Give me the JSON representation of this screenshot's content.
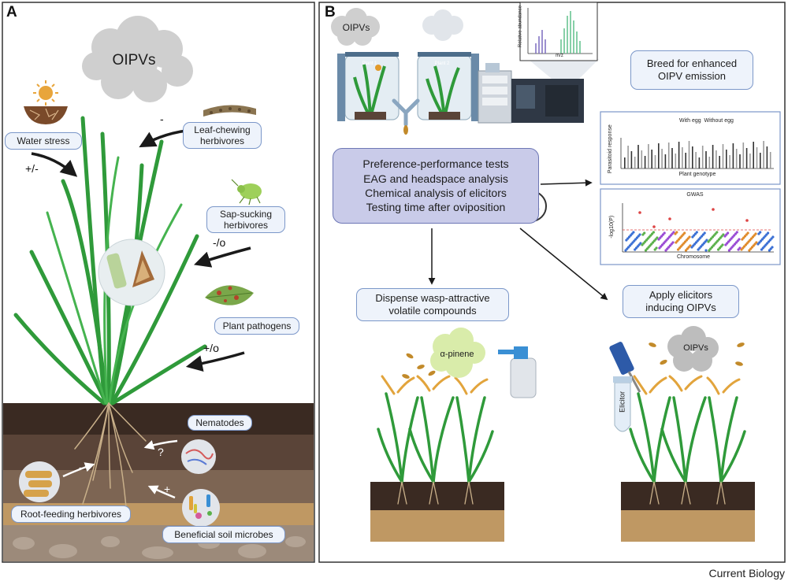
{
  "panel_a": {
    "letter": "A",
    "cloud_text": "OIPVs",
    "labels": {
      "water_stress": "Water stress",
      "leaf_chewing": [
        "Leaf-chewing",
        "herbivores"
      ],
      "sap_sucking": [
        "Sap-sucking",
        "herbivores"
      ],
      "plant_pathogens": "Plant pathogens",
      "nematodes": "Nematodes",
      "root_feeding": "Root-feeding herbivores",
      "beneficial_microbes": "Beneficial soil microbes"
    },
    "effects": {
      "water_stress": "+/-",
      "leaf_chewing": "-",
      "sap_sucking": "-/o",
      "plant_pathogens": "+/o",
      "nematodes": "?",
      "root_feeding": "-",
      "beneficial_microbes": "+"
    }
  },
  "panel_b": {
    "letter": "B",
    "cloud_small": "OIPVs",
    "cloud_field": "OIPVs",
    "breed_box": [
      "Breed for enhanced",
      "OIPV emission"
    ],
    "methods_box": [
      "Preference-performance tests",
      "EAG and headspace analysis",
      "Chemical analysis of elicitors",
      "Testing time after oviposition"
    ],
    "dispense_box": [
      "Dispense wasp-attractive",
      "volatile compounds"
    ],
    "apply_box": [
      "Apply elicitors",
      "inducing OIPVs"
    ],
    "alpha_pinene": "α-pinene",
    "elicitor_tube": "Elicitor",
    "plant_labels": [
      "Plant 1",
      "Plant 2"
    ],
    "ms_plot": {
      "ylabel": "Relative abundance",
      "xlabel": "m/z"
    },
    "bar_plot": {
      "ylabel": "Parasitoid response",
      "xlabel": "Plant genotype",
      "legend": [
        "With egg",
        "Without egg"
      ]
    },
    "gwas_plot": {
      "title": "GWAS",
      "ylabel": "-log10(P)",
      "xlabel": "Chromosome"
    }
  },
  "footer": {
    "journal": "Current Biology"
  },
  "colors": {
    "frame": "#333333",
    "pill_border": "#7b97c9",
    "pill_fill": "#eef3fb",
    "methods_fill": "#c9cbe9",
    "grass": "#2f9a3a",
    "soil_dark": "#3a2a22",
    "soil_light": "#b98b59",
    "cloud": "#c8c8c8",
    "arrow": "#1a1a1a"
  }
}
